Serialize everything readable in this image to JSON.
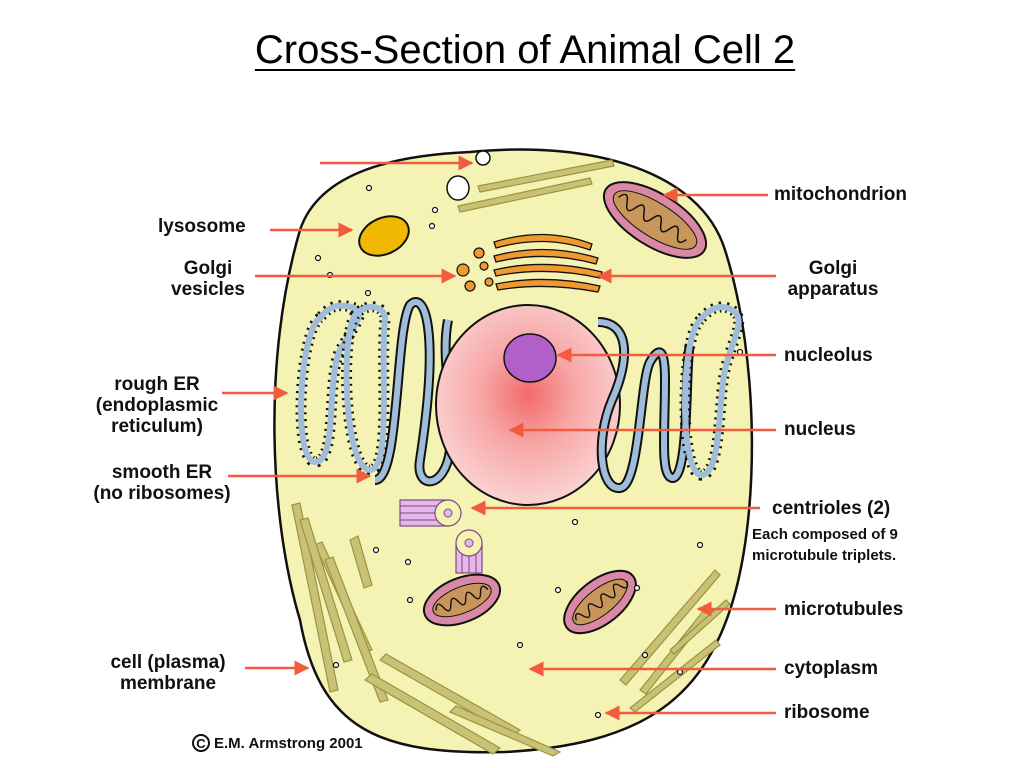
{
  "title": "Cross-Section of Animal Cell 2",
  "labels": {
    "mitochondrion": "mitochondrion",
    "lysosome": "lysosome",
    "golgi_vesicles_1": "Golgi",
    "golgi_vesicles_2": "vesicles",
    "golgi_apparatus_1": "Golgi",
    "golgi_apparatus_2": "apparatus",
    "nucleolus": "nucleolus",
    "rough_er_1": "rough ER",
    "rough_er_2": "(endoplasmic",
    "rough_er_3": "reticulum)",
    "nucleus": "nucleus",
    "smooth_er_1": "smooth ER",
    "smooth_er_2": "(no ribosomes)",
    "centrioles": "centrioles (2)",
    "centrioles_note_1": "Each composed of 9",
    "centrioles_note_2": "microtubule triplets.",
    "microtubules": "microtubules",
    "cell_membrane_1": "cell (plasma)",
    "cell_membrane_2": "membrane",
    "cytoplasm": "cytoplasm",
    "ribosome": "ribosome"
  },
  "copyright": {
    "symbol": "C",
    "text": "E.M. Armstrong 2001"
  },
  "colors": {
    "cytoplasm": "#f5f3b4",
    "arrow": "#f25c3e",
    "nucleus": "#f7b5b5",
    "nucleolus": "#b060c8",
    "er": "#9fbcd8",
    "mitochondrion": "#d988a5",
    "lysosome": "#f0b800",
    "golgi": "#ef9a2e",
    "microtubule": "#c9c276",
    "centriole": "#e6b7e8"
  }
}
